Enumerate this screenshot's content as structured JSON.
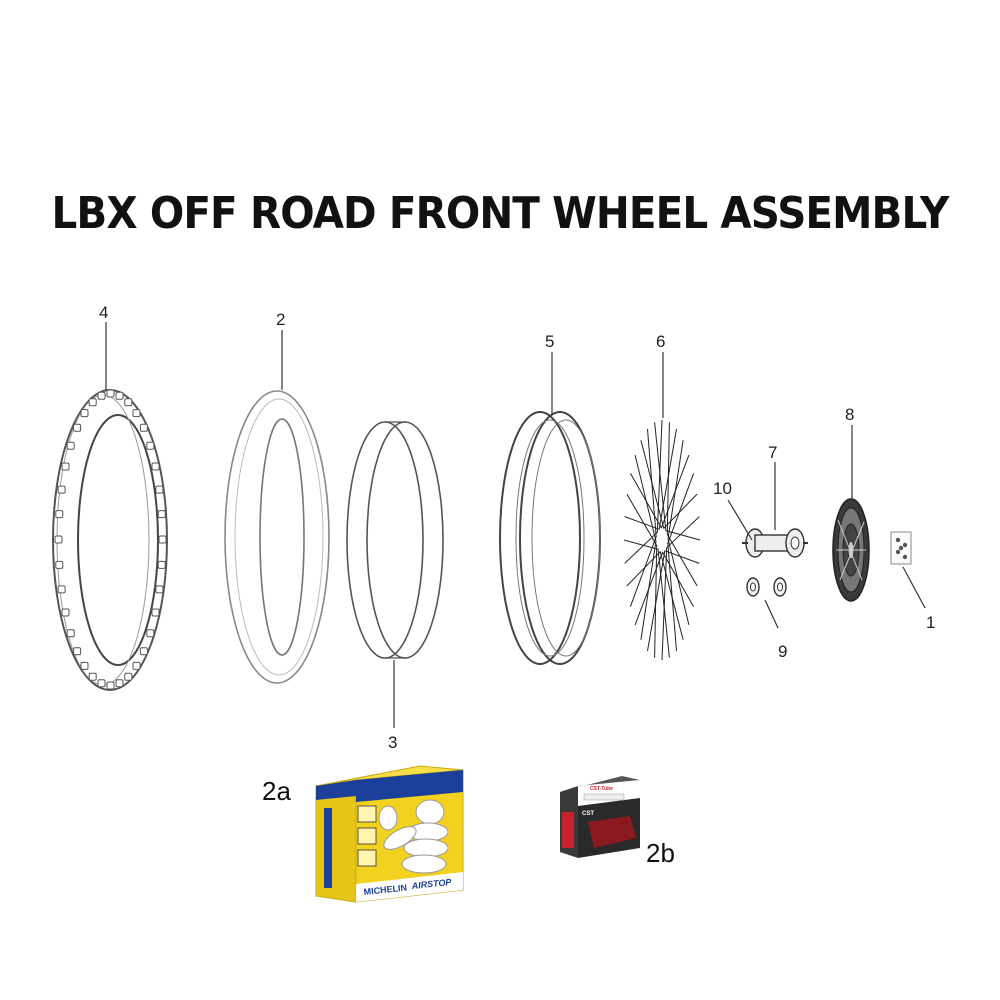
{
  "title": "LBX OFF ROAD FRONT WHEEL ASSEMBLY",
  "callouts": {
    "tire": "4",
    "tube": "2",
    "rim_strip": "3",
    "rim": "5",
    "spokes": "6",
    "hub": "7",
    "brake_rotor": "8",
    "bearings": "9",
    "axle": "10",
    "rotor_bolts": "1",
    "tube_michelin": "2a",
    "tube_cst": "2b"
  },
  "packages": {
    "michelin": {
      "brand": "MICHELIN",
      "product": "AIRSTOP"
    },
    "cst": {
      "brand": "CST",
      "label": "CST-Tube"
    }
  },
  "colors": {
    "michelin_yellow": "#f2d21f",
    "michelin_blue": "#1b3f9a",
    "cst_dark": "#2a2a2a",
    "cst_red": "#c8232c"
  }
}
